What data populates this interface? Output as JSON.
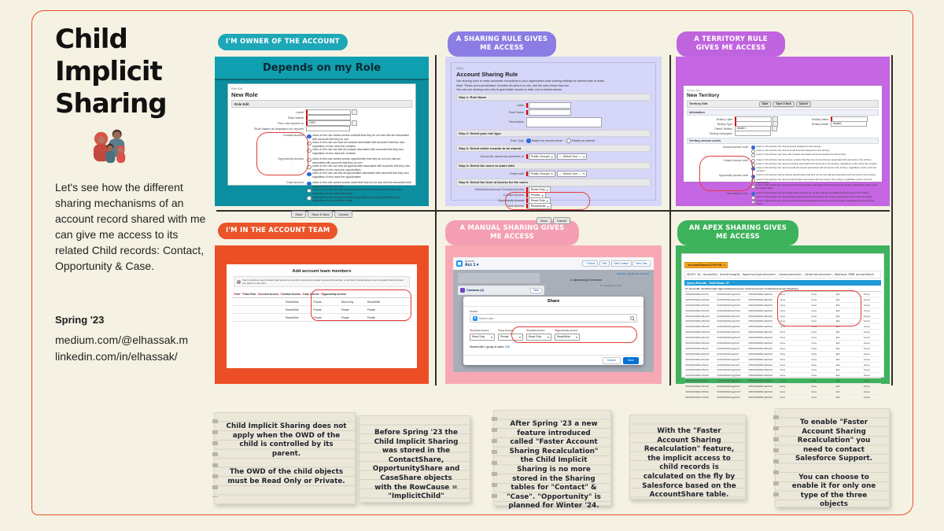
{
  "colors": {
    "background": "#f5f2e3",
    "frame": "#e8502a",
    "teal": "#0b8e9f",
    "teal_badge": "#1ea7b7",
    "purple_badge": "#8b7de4",
    "lavender": "#d5d6f8",
    "orchid": "#c566e2",
    "orange": "#ec4f26",
    "pink": "#f8a8b5",
    "green": "#3fb25d",
    "annotation_red": "#e23b3b",
    "save_blue": "#0070d2",
    "results_blue": "#1f9bd7",
    "tab_orange": "#f5a623"
  },
  "icons": {
    "close": "×",
    "chevron_down": "∨",
    "dropdown": "▾",
    "info": "i",
    "tab_close": "x",
    "record_caret": "▾"
  },
  "sidebar": {
    "title": "Child\nImplicit\nSharing",
    "description": "Let's see how the different sharing mechanisms of an account record shared with me can give me access to its related Child records: Contact, Opportunity & Case.",
    "edition": "Spring '23",
    "links": [
      "medium.com/@elhassak.m",
      "linkedin.com/in/elhassak/"
    ]
  },
  "panels": {
    "owner": {
      "badge": "I'M OWNER OF THE ACCOUNT",
      "header": "Depends on my Role",
      "shot": {
        "breadcrumb": "Role Edit",
        "title": "New Role",
        "section": "Role Edit",
        "fields": [
          {
            "label": "Label",
            "value": "",
            "req": true,
            "lookup": true
          },
          {
            "label": "Role Name",
            "value": "",
            "req": true,
            "lookup": false
          },
          {
            "label": "This role reports to",
            "value": "CEO",
            "req": true,
            "lookup": true
          },
          {
            "label": "Role Name as displayed on reports",
            "value": "",
            "req": false,
            "lookup": false
          }
        ],
        "groups": [
          {
            "label": "Contact Access",
            "options": [
              {
                "t": "Users in this role cannot access contacts that they do not own that are associated with accounts that they do own",
                "on": true
              },
              {
                "t": "Users in this role can view all contacts associated with accounts that they own, regardless of who owns the contacts",
                "on": false
              },
              {
                "t": "Users in this role can edit all contacts associated with accounts that they own, regardless of who owns the contacts",
                "on": false
              }
            ]
          },
          {
            "label": "Opportunity Access",
            "options": [
              {
                "t": "Users in this role cannot access opportunities that they do not own that are associated with accounts that they do own",
                "on": false
              },
              {
                "t": "Users in this role can view all opportunities associated with accounts that they own, regardless of who owns the opportunities",
                "on": false
              },
              {
                "t": "Users in this role can edit all opportunities associated with accounts that they own, regardless of who owns the opportunities",
                "on": true
              }
            ]
          },
          {
            "label": "Case Access",
            "options": [
              {
                "t": "Users in this role cannot access cases that they do not own that are associated with accounts that they do own",
                "on": true
              },
              {
                "t": "Users in this role can view all cases associated with accounts that they own, regardless of who owns the cases",
                "on": false
              },
              {
                "t": "Users in this role can edit all cases associated with accounts that they own, regardless of who owns the cases",
                "on": false
              }
            ]
          }
        ],
        "buttons": [
          "Save",
          "Save & New",
          "Cancel"
        ]
      }
    },
    "sharing_rule": {
      "badge": "A SHARING RULE GIVES ME ACCESS",
      "shot": {
        "breadcrumb": "Setup",
        "title": "Account Sharing Rule",
        "intro": [
          "Use sharing rules to make automatic exceptions to your organization-wide sharing settings for defined sets of users.",
          "Note: \"Roles and subordinates\" includes all users in a role, and the roles below that role.",
          "You can use sharing rules only to grant wider access to data, not to restrict access."
        ],
        "steps": {
          "s1": "Step 1: Rule Name",
          "s2": "Step 2: Select your rule type",
          "s3": "Step 3: Select which records to be shared",
          "s4": "Step 4: Select the users to share with",
          "s5": "Step 5: Select the level of access for the users"
        },
        "lbl_label": "Label",
        "lbl_rule_name": "Rule Name",
        "lbl_description": "Description",
        "lbl_rule_type": "Rule Type",
        "lbl_owned": "Accounts: owned by members of",
        "lbl_share_with": "Share with",
        "radio_owner": "Based on record owner",
        "radio_criteria": "Based on criteria",
        "sel_group": "Public Groups",
        "sel_one": "--- Select One ---",
        "access_rows": [
          {
            "label": "Default Account and Contract Access",
            "value": "Read Only"
          },
          {
            "label": "Contact Access",
            "value": "Private"
          },
          {
            "label": "Opportunity Access",
            "value": "Read Only"
          },
          {
            "label": "Case Access",
            "value": "Read/Write"
          }
        ],
        "buttons": [
          "Save",
          "Cancel"
        ]
      }
    },
    "territory": {
      "badge": "A TERRITORY RULE GIVES ME ACCESS",
      "shot": {
        "breadcrumb": "Territory Edit",
        "title": "New Territory",
        "section": "Territory Edit",
        "top_buttons": [
          "Save",
          "Save & New",
          "Cancel"
        ],
        "info_section": "Information",
        "fields_left": [
          {
            "label": "Territory Label",
            "value": "",
            "req": true,
            "lookup": true,
            "plain": false
          },
          {
            "label": "Territory Type",
            "value": "",
            "req": true,
            "lookup": true,
            "plain": false
          },
          {
            "label": "Parent Territory",
            "value": "Model 1",
            "req": false,
            "lookup": true,
            "plain": false
          },
          {
            "label": "Territory Description",
            "value": "",
            "req": false,
            "lookup": false,
            "plain": false
          }
        ],
        "fields_right": [
          {
            "label": "Territory Name",
            "value": "",
            "req": true,
            "lookup": false,
            "plain": false
          },
          {
            "label": "Territory Model",
            "value": "Model1",
            "req": false,
            "lookup": false,
            "plain": true
          }
        ],
        "access_section": "Territory Access Levels",
        "groups": [
          {
            "label": "Account Access Level",
            "options": [
              {
                "t": "Users in this territory can view accounts assigned to this territory",
                "on": true
              },
              {
                "t": "Users in this territory can view and edit accounts assigned to this territory",
                "on": false
              },
              {
                "t": "Users in this territory can view, edit, transfer and delete accounts assigned to this territory",
                "on": false
              }
            ]
          },
          {
            "label": "Contact Access Level",
            "options": [
              {
                "t": "Users in this territory cannot access contacts that they do not own that are associated with accounts in the territory",
                "on": false
              },
              {
                "t": "Users in this territory can view all contacts associated with accounts in the territory, regardless of who owns the contacts",
                "on": false
              },
              {
                "t": "Users in this territory can view and edit all contacts associated with accounts in the territory, regardless of who owns the contacts",
                "on": true
              }
            ]
          },
          {
            "label": "Opportunity Access Level",
            "options": [
              {
                "t": "Users in this territory cannot access opportunities that they do not own that are associated with accounts in the territory",
                "on": true
              },
              {
                "t": "Users in this territory can view all opportunities associated with accounts in the territory, regardless of who owns the opportunities",
                "on": false
              },
              {
                "t": "Users in this territory can view and edit all opportunities associated with accounts in the territory, regardless of who owns the opportunities",
                "on": false
              }
            ]
          },
          {
            "label": "Case Access Level",
            "options": [
              {
                "t": "Users in this territory cannot access cases that they do not own that are associated with accounts in the territory",
                "on": true
              },
              {
                "t": "Users in this territory can view all cases associated with accounts in the territory, regardless of who owns the cases",
                "on": false
              },
              {
                "t": "Users in this territory can view and edit all cases associated with accounts in the territory, regardless of who owns the cases",
                "on": false
              }
            ]
          }
        ]
      }
    },
    "account_team": {
      "badge": "I'M IN THE ACCOUNT TEAM",
      "shot": {
        "title": "Add account team members",
        "info": "Team members need at least read access to records to get account team access. Remember, a member's actual access can be greater than the level you grant on this form.",
        "columns": [
          "*User",
          "*Team Role",
          "*Account Access",
          "*Contact Access",
          "*Case Access",
          "*Opportunity Access"
        ],
        "rows": [
          [
            "",
            "",
            "Read/Write",
            "Private",
            "Read Only",
            "Read/Write"
          ],
          [
            "",
            "",
            "Read/Write",
            "Private",
            "Private",
            "Private"
          ],
          [
            "",
            "",
            "Read/Write",
            "Private",
            "Private",
            "Private"
          ]
        ]
      }
    },
    "manual": {
      "badge": "A MANUAL SHARING GIVES ME ACCESS",
      "shot": {
        "object": "Account",
        "record": "Acc 1",
        "header_buttons": [
          "+ Follow",
          "Edit",
          "New Contact",
          "New Case"
        ],
        "links": "Refresh • Expand All • View All",
        "activity": "Upcoming & Overdue",
        "no_activities": "No activities to show.",
        "contacts": "Contacts (0)",
        "new_btn": "New",
        "modal_title": "Share",
        "search_label": "Search",
        "search_placeholder": "Search User...",
        "access": [
          {
            "label": "*Account Access",
            "value": "Read Only"
          },
          {
            "label": "*Case Access",
            "value": "Private"
          },
          {
            "label": "*Contact Access",
            "value": "Read Only"
          },
          {
            "label": "*Opportunity Access",
            "value": "Read/Write"
          }
        ],
        "shared_note": "Shared with 1 group of users.",
        "edit_link": "Edit",
        "cancel": "Cancel",
        "save": "Save"
      }
    },
    "apex": {
      "badge": "AN APEX SHARING GIVES ME ACCESS",
      "shot": {
        "tab": "AccountShare@12:53 PM",
        "query": "SELECT Id, AccountId, UserOrGroupId, OpportunityAccessLevel, CaseAccessLevel, ContactAccessLevel, RowCause FROM AccountShare",
        "results": "Query Results - Total Rows: 37",
        "columns": [
          "Id",
          "AccountId",
          "UserOrGroupId",
          "OpportunityAccessLevel",
          "CaseAccessLevel",
          "ContactAccessLevel",
          "RowCause"
        ],
        "rows": [
          [
            "00r5d00001BHnVxAAK",
            "0015d00002KGgeSAAT",
            "0055d00000BvmERAAZ",
            "None",
            "None",
            "Edit",
            "Owner"
          ],
          [
            "00r5d00001BHnW2AAK",
            "0015d00002KGgeXAAT",
            "0055d00000BvmERAAZ",
            "None",
            "None",
            "Edit",
            "Owner"
          ],
          [
            "00r5d00001BHnW7AAK",
            "0015d00002KGgf2AAD",
            "0055d00000BvmERAAZ",
            "None",
            "None",
            "Edit",
            "Owner"
          ],
          [
            "00r5d00001BHnWCAA0",
            "0015d00002KGgf7AAD",
            "0055d00000BvmERAAZ",
            "None",
            "None",
            "Edit",
            "Owner"
          ],
          [
            "00r5d00001BHnWHAA0",
            "0015d00002KGgfCAAT",
            "0055d00000BvmERAAZ",
            "None",
            "None",
            "Edit",
            "Owner"
          ],
          [
            "00r5d00001BHnWMAA0",
            "0015d00002KGgfHAAT",
            "0055d00000BvmERAAZ",
            "None",
            "None",
            "Edit",
            "Owner"
          ],
          [
            "00r5d00001BHnWRAA0",
            "0015d00002KGgfMAAT",
            "0055d00000BvmERAAZ",
            "None",
            "None",
            "Edit",
            "Owner"
          ],
          [
            "00r5d00001BHnWWAA0",
            "0015d00002KGgfRAAT",
            "0055d00000BvmERAAZ",
            "None",
            "None",
            "Edit",
            "Owner"
          ],
          [
            "00r5d00001BHnWbAAK",
            "0015d00002KGgfWAAT",
            "0055d00000BvmERAAZ",
            "None",
            "None",
            "Edit",
            "Owner"
          ],
          [
            "00r5d00001BHnWgAAK",
            "0015d00002KGgfbAAT",
            "0055d00000BvmERAAZ",
            "None",
            "None",
            "Edit",
            "Owner"
          ],
          [
            "00r5d00001BHnWlAAK",
            "0015d00002KGgfgAAT",
            "0055d00000BvmERAAZ",
            "None",
            "None",
            "Edit",
            "Owner"
          ],
          [
            "00r5d00001BHnWqAAK",
            "0015d00002KGgflAAT",
            "0055d00000BvmERAAZ",
            "None",
            "None",
            "Edit",
            "Owner"
          ],
          [
            "00r5d00001BHnWvAAK",
            "0015d00002KGgfqAAT",
            "0055d00000BvmERAAZ",
            "None",
            "None",
            "Edit",
            "Owner"
          ],
          [
            "00r5d00001BHnX0AAK",
            "0015d00002KGgfvAAT",
            "0055d00000BvmERAAZ",
            "None",
            "None",
            "Edit",
            "Owner"
          ],
          [
            "00r5d00001BHnX5AAK",
            "0015d00002KGgg0AAD",
            "0055d00000BvmERAAZ",
            "None",
            "None",
            "Edit",
            "Owner"
          ],
          [
            "00r5d00001BHnXAAA0",
            "0015d00002KGgg5AAD",
            "0055d00000BvmERAAZ",
            "None",
            "None",
            "Edit",
            "Owner"
          ],
          [
            "00r5d00001BHnXFAA0",
            "0015d00002KGggAAAT",
            "0055d00000BvmERAAZ",
            "None",
            "None",
            "Edit",
            "Owner"
          ],
          [
            "00r5d00001BHnXKAA0",
            "0015d00002KGggFAAT",
            "0055d00000BvmERAAZ",
            "None",
            "None",
            "Edit",
            "Owner"
          ],
          [
            "00r5d00001BHnXPAA0",
            "0015d00002KGggKAAT",
            "0055d00000BvmERAAZ",
            "None",
            "None",
            "Edit",
            "Owner"
          ],
          [
            "00r5d00001BHnXUAA0",
            "0015d00002KGggPAAT",
            "0055d00000BvmERAAZ",
            "None",
            "None",
            "Edit",
            "Owner"
          ]
        ]
      }
    }
  },
  "notes": [
    {
      "text": "Child Implicit Sharing does not apply when the OWD of the child is controlled by its parent.\n\nThe OWD of the child objects must be Read Only or Private.",
      "spiral": true
    },
    {
      "text": "Before Spring '23 the Child Implicit Sharing was stored in the ContactShare, OpportunityShare and CaseShare objects with the RowCause = \"ImplicitChild\"",
      "spiral": false
    },
    {
      "text": "After Spring '23 a new feature introduced called \"Faster Account Sharing Recalculation\" the Child Implicit Sharing is no more stored in the Sharing tables for \"Contact\" & \"Case\". \"Opportunity\" is planned for Winter '24.",
      "spiral": true
    },
    {
      "text": "With the \"Faster Account Sharing Recalculation\" feature, the implicit access to child records is calculated on the fly by Salesforce based on the AccountShare table.",
      "spiral": false
    },
    {
      "text": "To enable \"Faster Account Sharing Recalculation\" you need to contact Salesforce Support.\n\nYou can choose to enable it for only one type of the three objects",
      "spiral": true
    }
  ]
}
